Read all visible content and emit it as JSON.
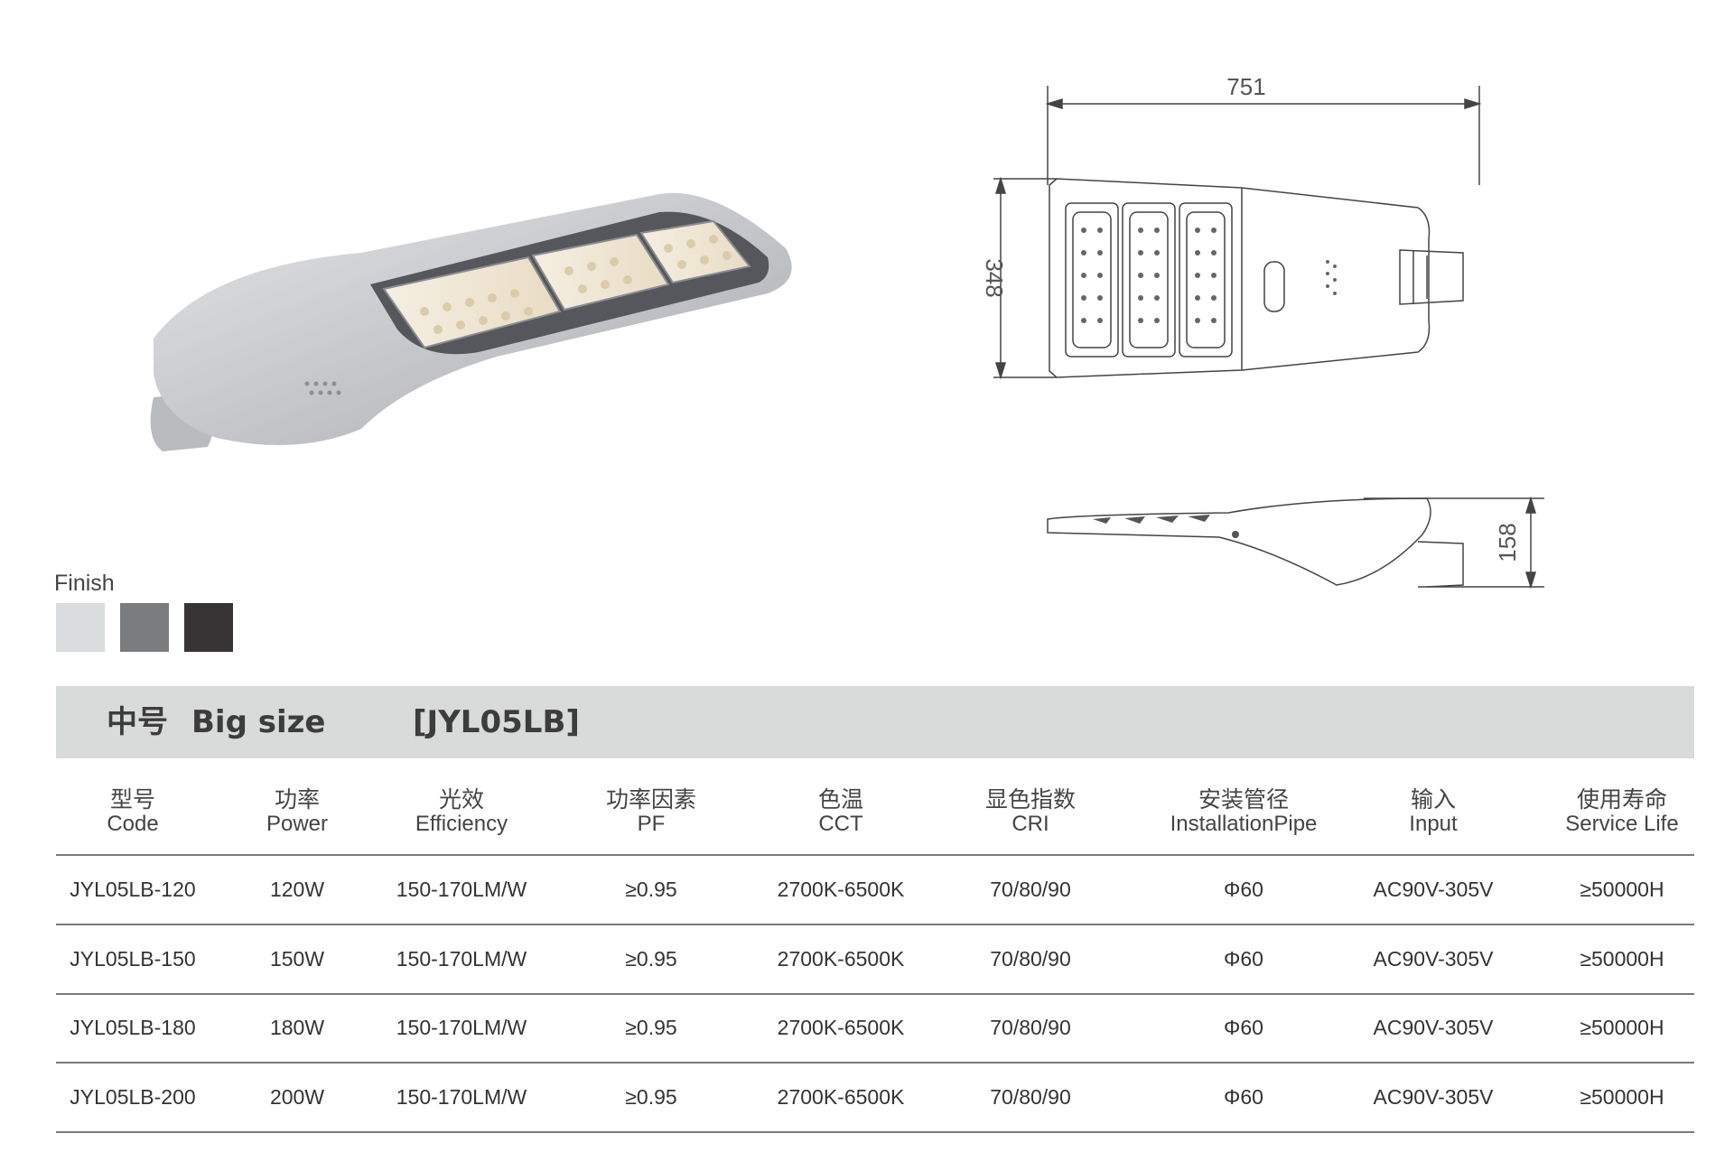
{
  "drawings": {
    "top_width_dim": "751",
    "top_height_dim": "348",
    "side_height_dim": "158"
  },
  "finish": {
    "label": "Finish",
    "colors": [
      "#d8dcdc",
      "#7b7c7e",
      "#383436"
    ]
  },
  "product": {
    "size_cn": "中号",
    "size_en": "Big size",
    "model": "[JYL05LB]"
  },
  "table": {
    "headers": [
      {
        "cn": "型号",
        "en": "Code"
      },
      {
        "cn": "功率",
        "en": "Power"
      },
      {
        "cn": "光效",
        "en": "Efficiency"
      },
      {
        "cn": "功率因素",
        "en": "PF"
      },
      {
        "cn": "色温",
        "en": "CCT"
      },
      {
        "cn": "显色指数",
        "en": "CRI"
      },
      {
        "cn": "安装管径",
        "en": "InstallationPipe"
      },
      {
        "cn": "输入",
        "en": "Input"
      },
      {
        "cn": "使用寿命",
        "en": "Service Life"
      }
    ],
    "rows": [
      [
        "JYL05LB-120",
        "120W",
        "150-170LM/W",
        "≥0.95",
        "2700K-6500K",
        "70/80/90",
        "Φ60",
        "AC90V-305V",
        "≥50000H"
      ],
      [
        "JYL05LB-150",
        "150W",
        "150-170LM/W",
        "≥0.95",
        "2700K-6500K",
        "70/80/90",
        "Φ60",
        "AC90V-305V",
        "≥50000H"
      ],
      [
        "JYL05LB-180",
        "180W",
        "150-170LM/W",
        "≥0.95",
        "2700K-6500K",
        "70/80/90",
        "Φ60",
        "AC90V-305V",
        "≥50000H"
      ],
      [
        "JYL05LB-200",
        "200W",
        "150-170LM/W",
        "≥0.95",
        "2700K-6500K",
        "70/80/90",
        "Φ60",
        "AC90V-305V",
        "≥50000H"
      ]
    ]
  }
}
